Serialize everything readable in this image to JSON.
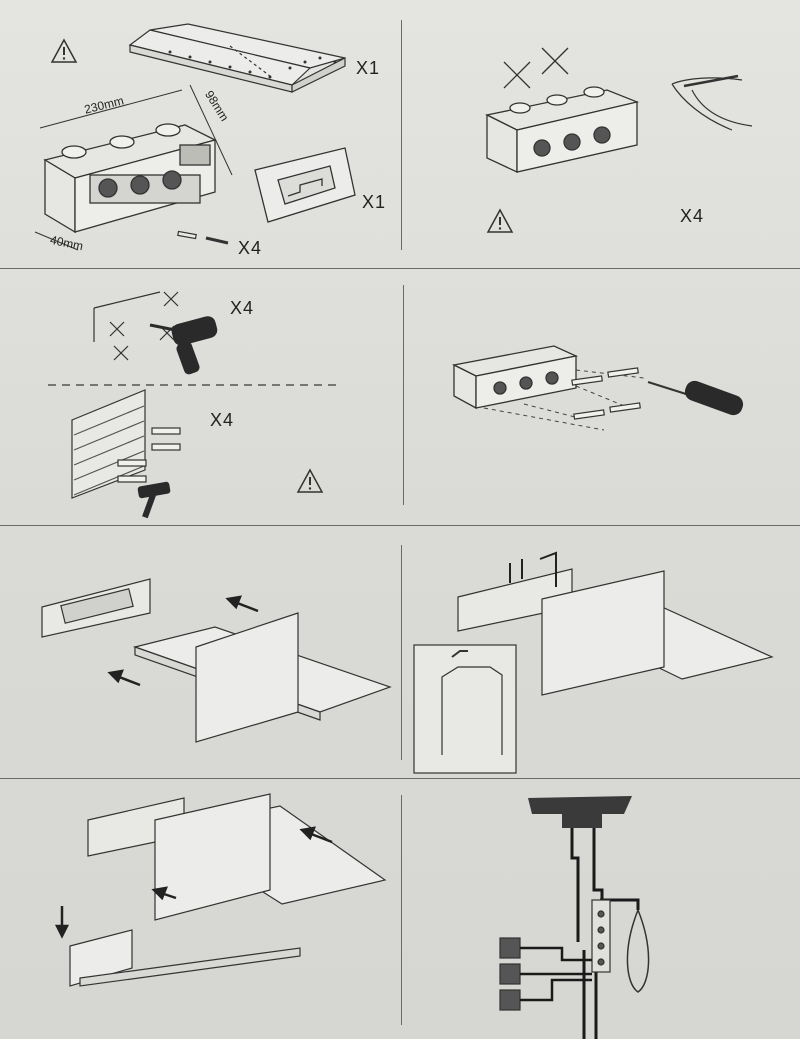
{
  "labels": {
    "qty_x1_panel": "X1",
    "qty_x1_cover": "X1",
    "qty_x4_screws": "X4",
    "qty_x4_step2": "X4",
    "qty_x4_drill": "X4",
    "qty_x4_anchor": "X4"
  },
  "dimensions": {
    "width": "230mm",
    "depth": "98mm",
    "height": "40mm"
  },
  "colors": {
    "paper": "#e0e0dc",
    "ink": "#2a2a2a",
    "divider": "#6a6a6a",
    "hose": "#1a1a1a"
  },
  "icons": [
    "warning-icon",
    "drill-icon",
    "screwdriver-icon",
    "hammer-icon",
    "hex-key-icon",
    "arrow-icon"
  ]
}
